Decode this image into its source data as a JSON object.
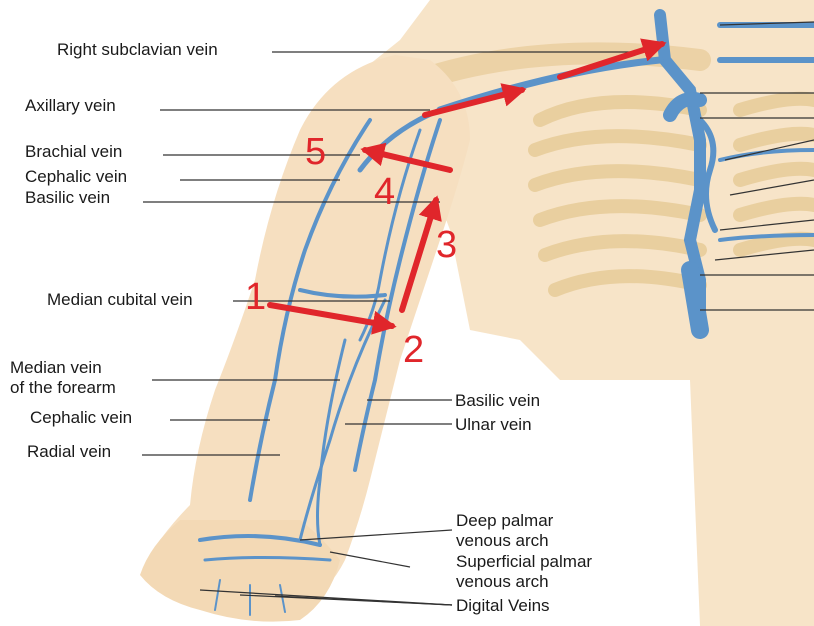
{
  "labels": {
    "right_subclavian_vein": "Right subclavian vein",
    "axillary_vein": "Axillary vein",
    "brachial_vein": "Brachial vein",
    "cephalic_vein_upper": "Cephalic vein",
    "basilic_vein_upper": "Basilic vein",
    "median_cubital_vein": "Median cubital vein",
    "median_vein_forearm_line1": "Median vein",
    "median_vein_forearm_line2": "of the forearm",
    "cephalic_vein_lower": "Cephalic vein",
    "radial_vein": "Radial vein",
    "basilic_vein_lower": "Basilic vein",
    "ulnar_vein": "Ulnar vein",
    "deep_palmar_line1": "Deep palmar",
    "deep_palmar_line2": "venous arch",
    "superficial_palmar_line1": "Superficial palmar",
    "superficial_palmar_line2": "venous arch",
    "digital_veins": "Digital Veins"
  },
  "steps": [
    "1",
    "2",
    "3",
    "4",
    "5"
  ],
  "colors": {
    "arrow": "#e0262b",
    "vein": "#5b93c9",
    "skin": "#f6dfc0",
    "bone": "#eed3a8",
    "leader": "#333333"
  }
}
